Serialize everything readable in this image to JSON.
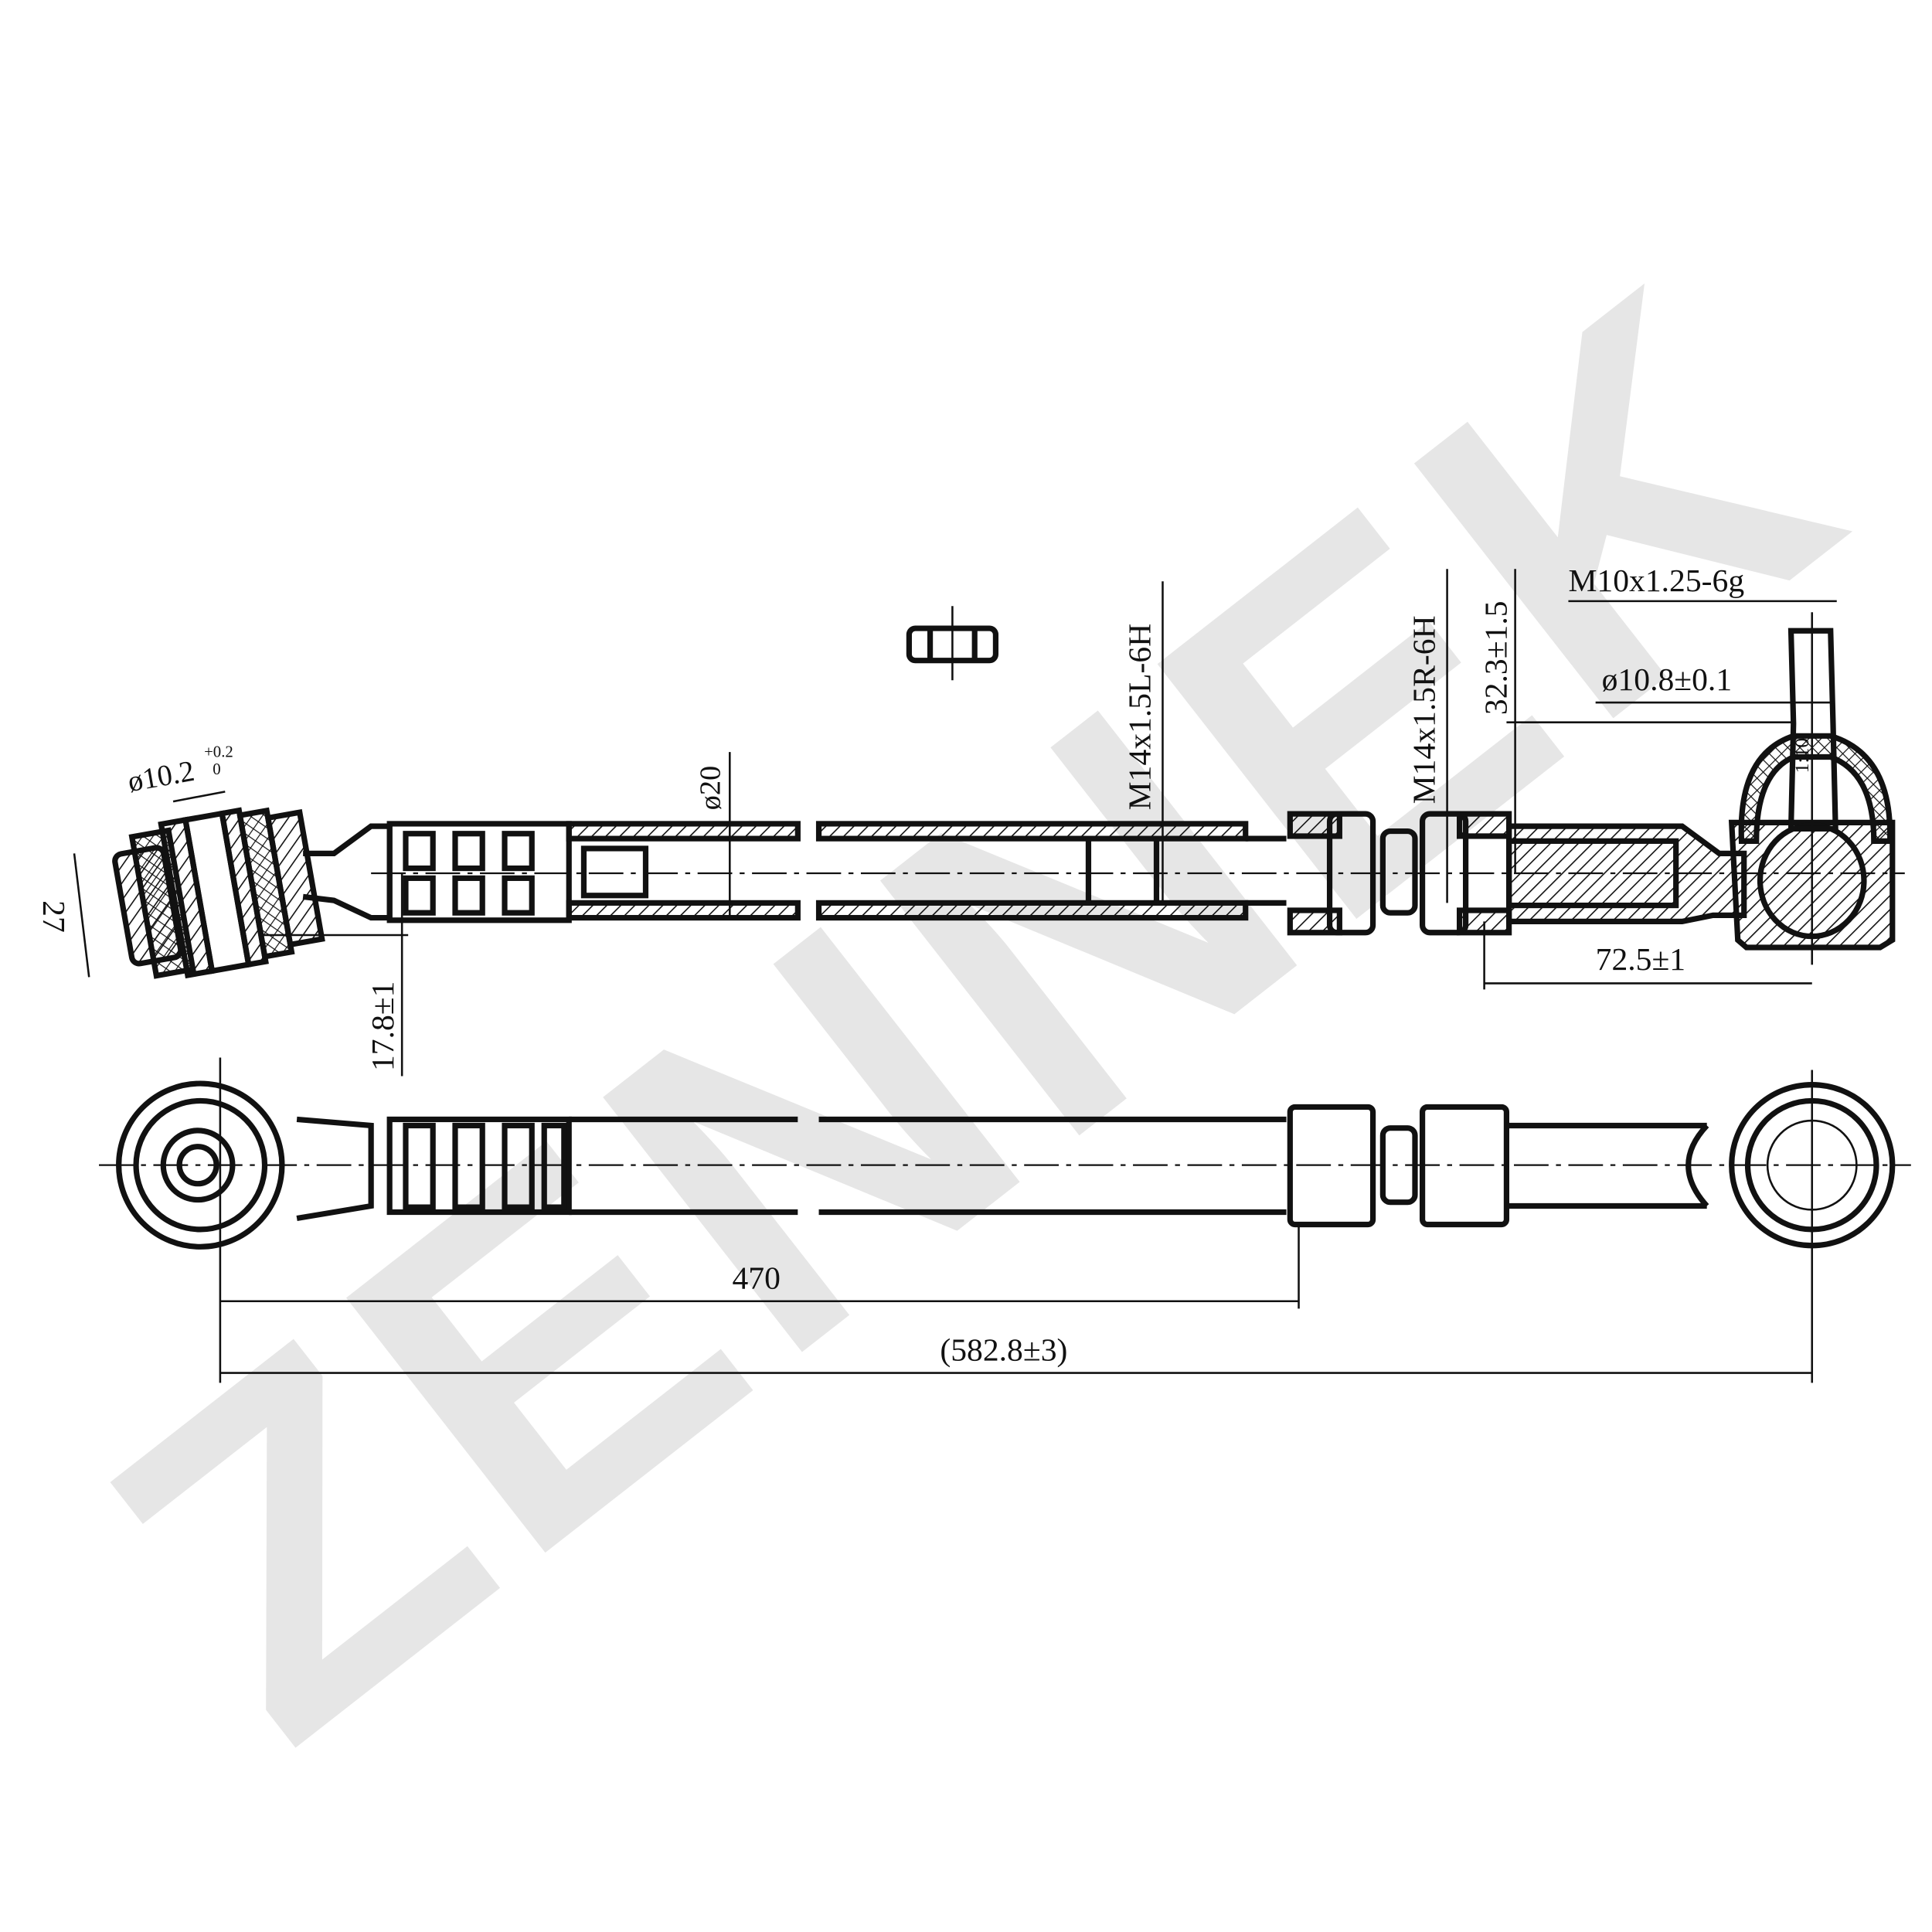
{
  "watermark": "ZENNEK",
  "dimensions": {
    "bushing_bore": "ø10.2",
    "bushing_bore_tol_upper": "+0.2",
    "bushing_bore_tol_lower": "0",
    "bushing_width": "27",
    "offset_height": "17.8±1",
    "tube_diameter": "ø20",
    "left_thread": "M14x1.5L-6H",
    "right_thread": "M14x1.5R-6H",
    "stud_height": "32.3±1.5",
    "stud_thread": "M10x1.25-6g",
    "stud_diameter": "ø10.8±0.1",
    "taper": "1:10",
    "tie_rod_end_length": "72.5±1",
    "nominal_length": "470",
    "overall_length": "(582.8±3)"
  }
}
